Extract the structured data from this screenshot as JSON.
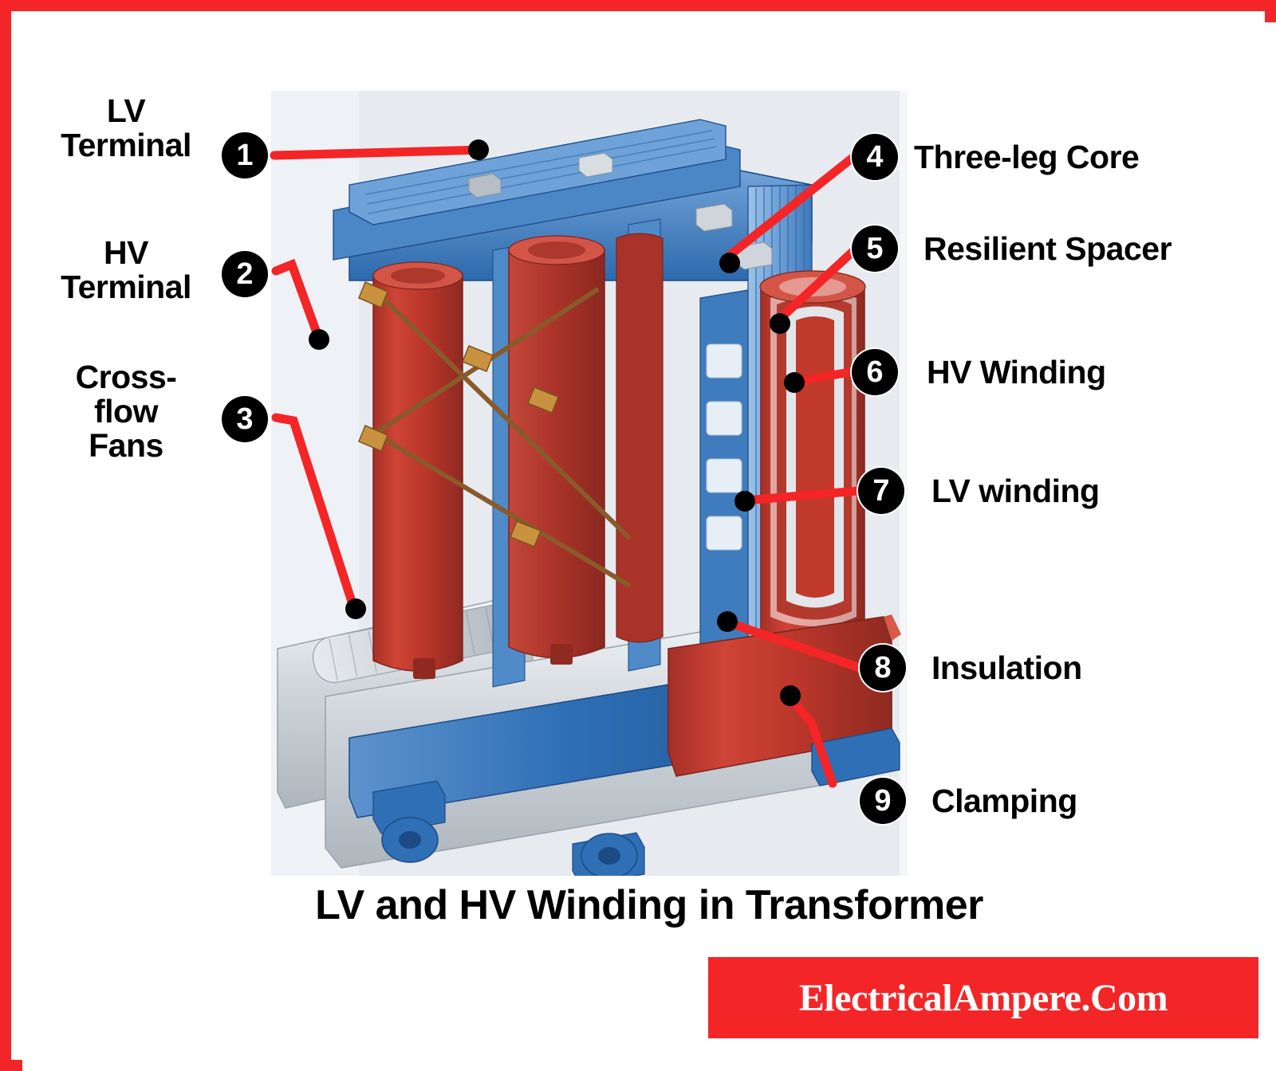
{
  "caption": "LV and HV Winding in Transformer",
  "watermark": {
    "text": "ElectricalAmpere.Com"
  },
  "colors": {
    "border": "#f42527",
    "leader": "#f42527",
    "bullet_bg": "#000000",
    "bullet_text": "#ffffff",
    "label_text": "#000000",
    "core_blue": "#2f6fb5",
    "winding_red": "#c0392b"
  },
  "labels": {
    "left": [
      {
        "number": "1",
        "text": "LV\nTerminal"
      },
      {
        "number": "2",
        "text": "HV\nTerminal"
      },
      {
        "number": "3",
        "text": "Cross-\nflow\nFans"
      }
    ],
    "right": [
      {
        "number": "4",
        "text": "Three-leg Core"
      },
      {
        "number": "5",
        "text": "Resilient Spacer"
      },
      {
        "number": "6",
        "text": "HV Winding"
      },
      {
        "number": "7",
        "text": "LV winding"
      },
      {
        "number": "8",
        "text": "Insulation"
      },
      {
        "number": "9",
        "text": "Clamping"
      }
    ]
  },
  "illustration": {
    "alt": "cutaway drawing of a cast-resin dry-type three-phase transformer"
  }
}
